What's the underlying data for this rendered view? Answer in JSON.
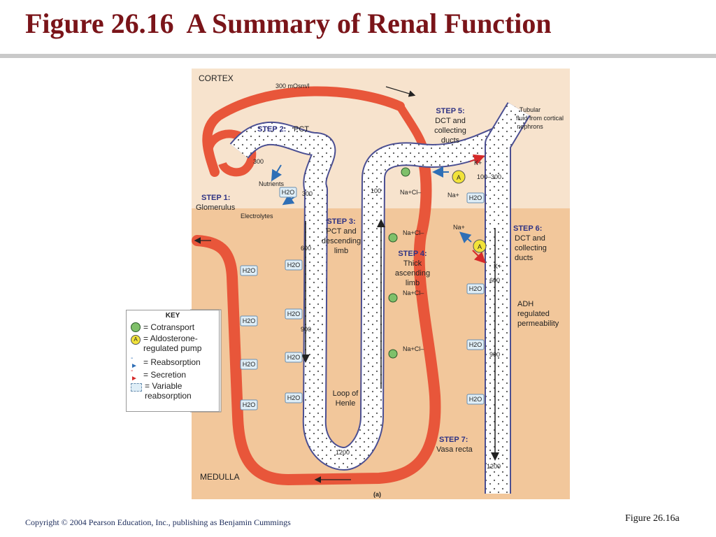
{
  "title": "Figure 26.16  A Summary of Renal Function",
  "footer": {
    "copyright": "Copyright © 2004 Pearson Education, Inc., publishing as Benjamin Cummings",
    "figure_ref": "Figure 26.16a"
  },
  "diagram": {
    "panel": "(a)",
    "regions": {
      "cortex": "CORTEX",
      "medulla": "MEDULLA"
    },
    "steps": {
      "step1": {
        "title": "STEP 1:",
        "text": [
          "Glomerulus"
        ]
      },
      "step2": {
        "title": "STEP 2:",
        "text": [
          "PCT"
        ]
      },
      "step3": {
        "title": "STEP 3:",
        "text": [
          "PCT and",
          "descending",
          "limb"
        ]
      },
      "step4": {
        "title": "STEP 4:",
        "text": [
          "Thick",
          "ascending",
          "limb"
        ]
      },
      "step5": {
        "title": "STEP 5:",
        "text": [
          "DCT and",
          "collecting",
          "ducts"
        ]
      },
      "step6": {
        "title": "STEP 6:",
        "text": [
          "DCT and",
          "collecting",
          "ducts"
        ]
      },
      "step7": {
        "title": "STEP 7:",
        "text": [
          "Vasa recta"
        ]
      }
    },
    "labels": {
      "osmolarity_top": "300 mOsm/l",
      "nutrients": "Nutrients",
      "electrolytes": "Electrolytes",
      "tubular_fluid": [
        "Tubular",
        "fluid from cortical",
        "nephrons"
      ],
      "adh": [
        "ADH",
        "regulated",
        "permeability"
      ],
      "loop": [
        "Loop of",
        "Henle"
      ],
      "water": "H2O",
      "nacl": "Na+Cl–",
      "na": "Na+",
      "k": "K+",
      "aldosterone_badge": "A"
    },
    "concentrations": {
      "c300a": "300",
      "c300b": "300",
      "c100": "100",
      "c100_300": "100–300",
      "c600a": "600",
      "c600b": "600",
      "c900a": "900",
      "c900b": "900",
      "c1200a": "1200",
      "c1200b": "1200"
    },
    "key": {
      "title": "KEY",
      "items": [
        {
          "icon": "cotransport-icon",
          "label": [
            "= Cotransport"
          ]
        },
        {
          "icon": "aldosterone-pump-icon",
          "label": [
            "= Aldosterone-",
            "regulated pump"
          ]
        },
        {
          "icon": "reabsorption-arrow-icon",
          "label": [
            "= Reabsorption"
          ]
        },
        {
          "icon": "secretion-arrow-icon",
          "label": [
            "= Secretion"
          ]
        },
        {
          "icon": "variable-reabsorption-icon",
          "label": [
            "= Variable",
            "reabsorption"
          ]
        }
      ]
    },
    "colors": {
      "cortex_bg": "#f7e3cd",
      "medulla_bg": "#f2c79b",
      "vessel": "#e8563a",
      "tubule_border": "#4b4f92",
      "cotransport": "#7fc06a",
      "aldosterone": "#f2e33a",
      "reabsorption_arrow": "#2f6fb6",
      "secretion_arrow": "#d62a2a"
    }
  }
}
